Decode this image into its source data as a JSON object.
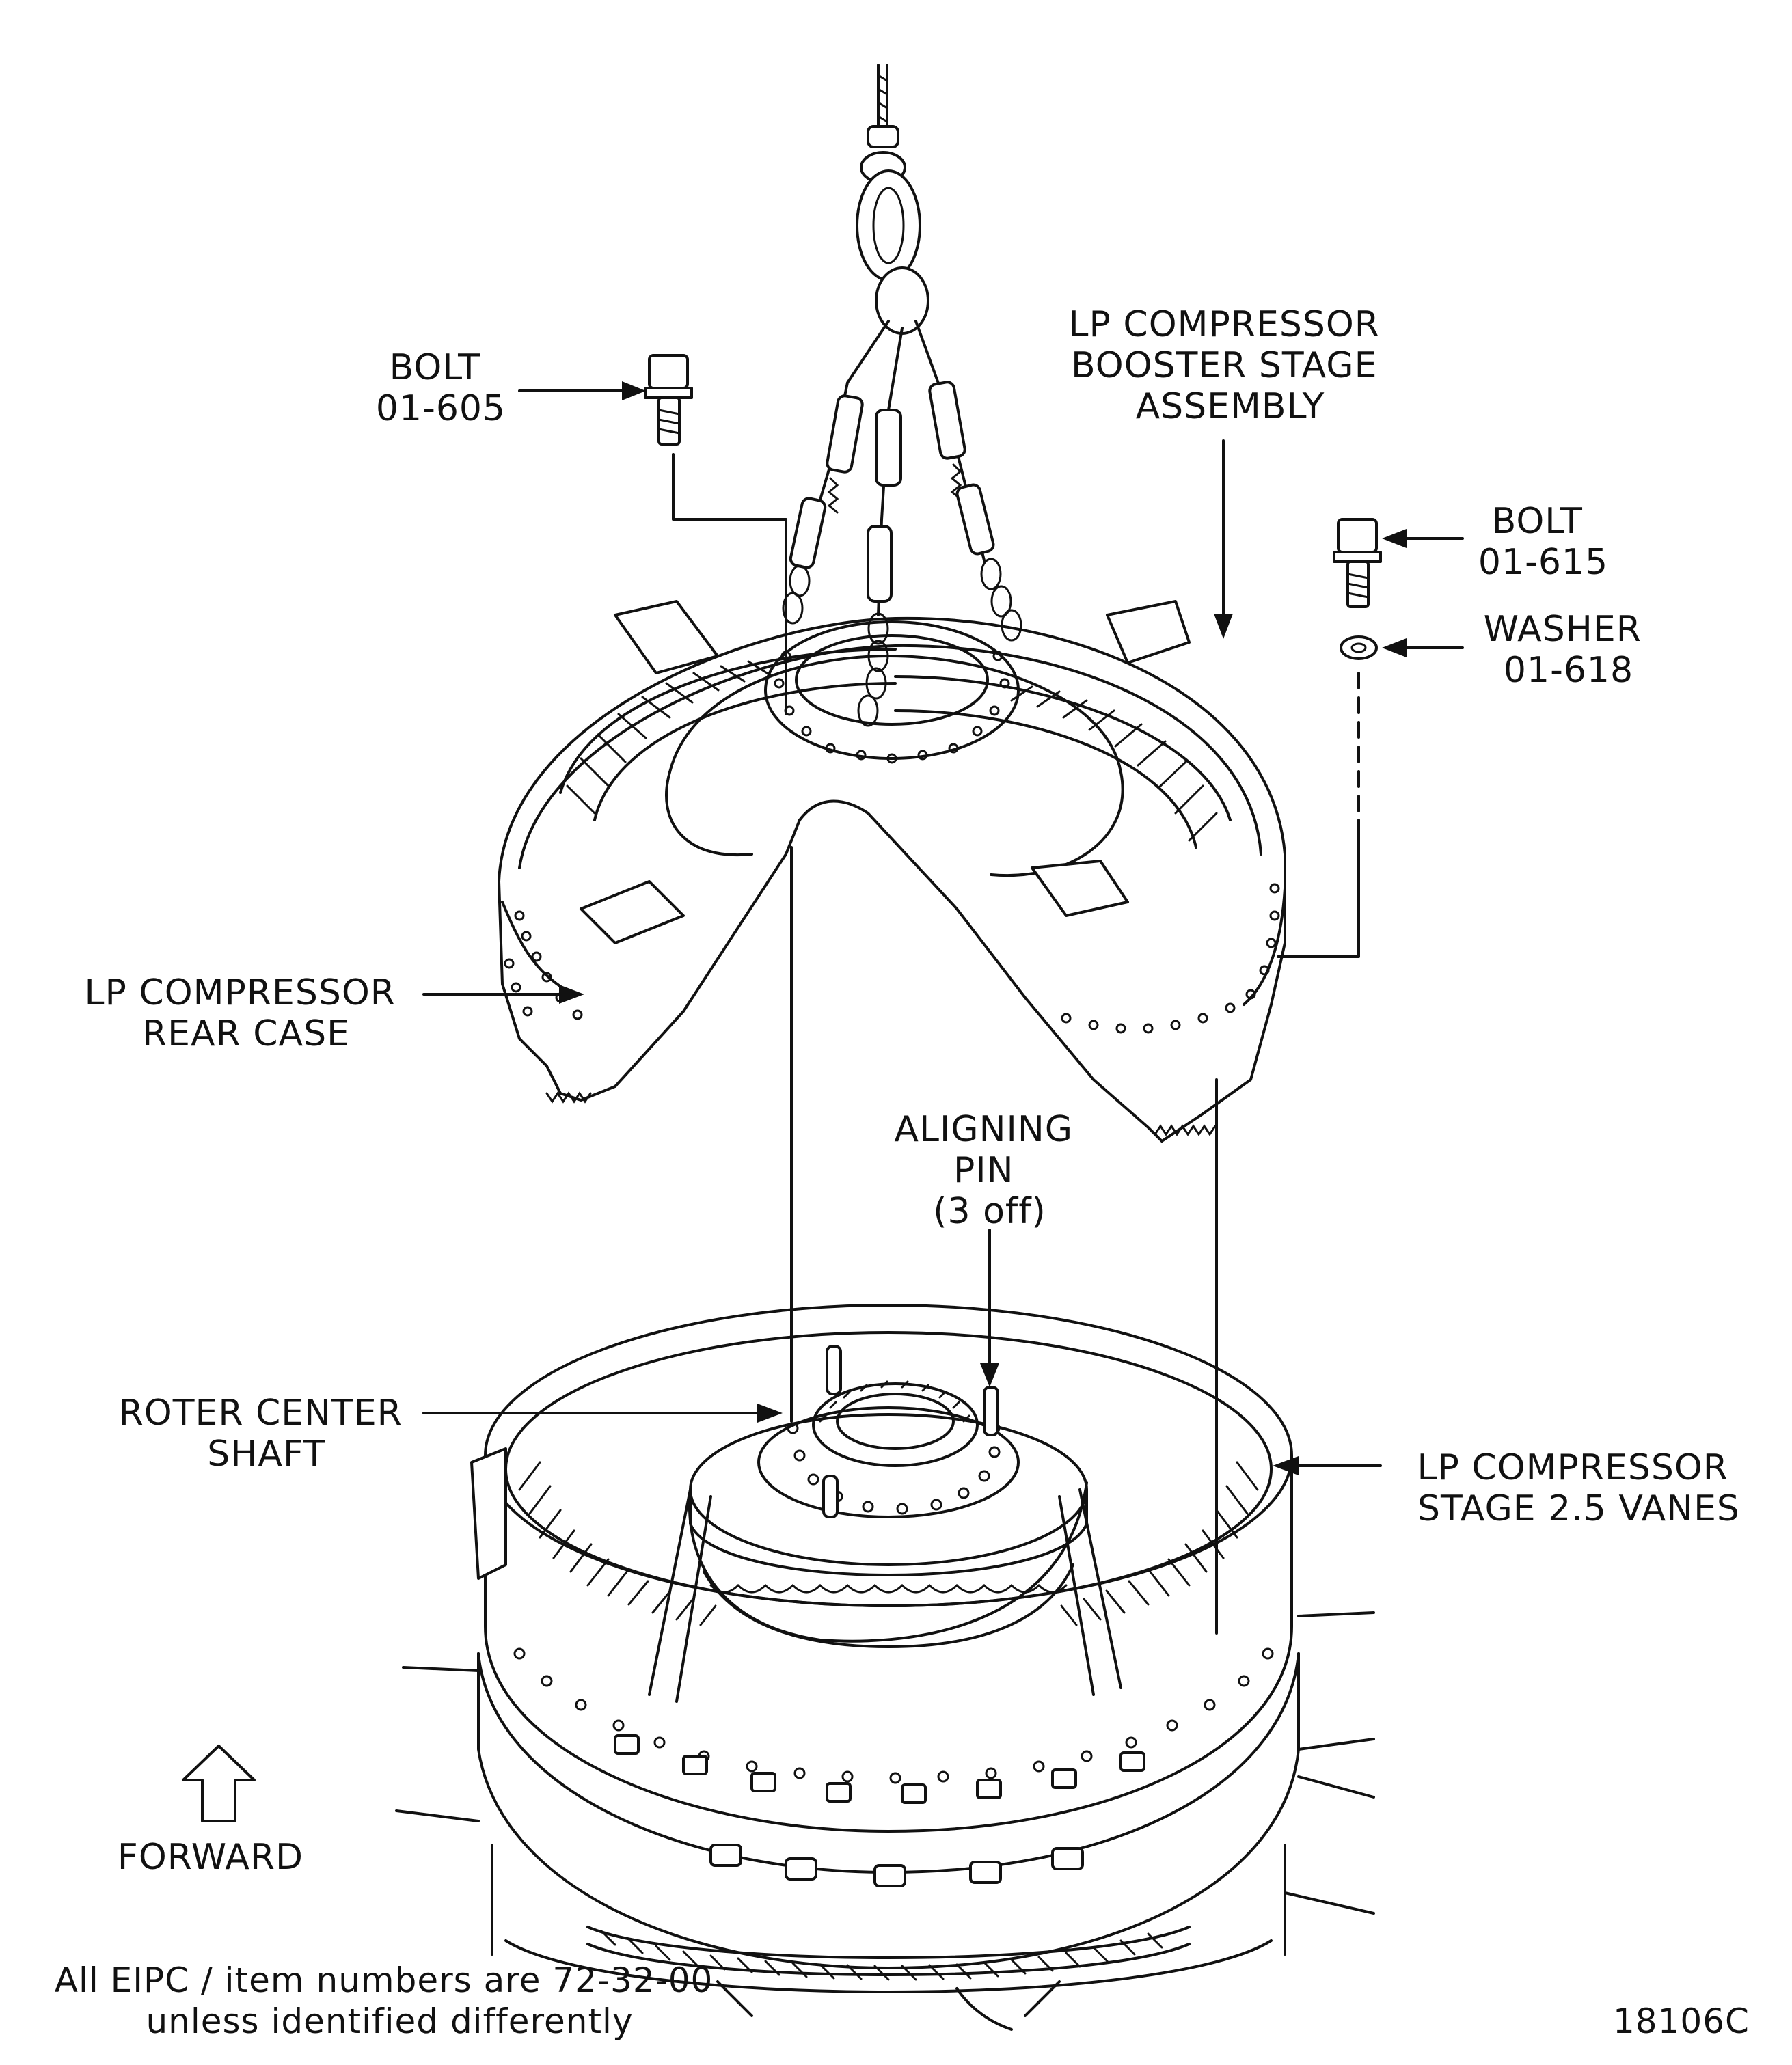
{
  "labels": {
    "lp_booster": [
      "LP COMPRESSOR",
      "BOOSTER STAGE",
      "ASSEMBLY"
    ],
    "bolt_605": [
      "BOLT",
      "01-605"
    ],
    "bolt_615": [
      "BOLT",
      "01-615"
    ],
    "washer_618": [
      "WASHER",
      "01-618"
    ],
    "lp_rear_case": [
      "LP COMPRESSOR",
      "REAR CASE"
    ],
    "aligning_pin": [
      "ALIGNING",
      "PIN",
      "(3  off)"
    ],
    "rotor_center_shaft": [
      "ROTER  CENTER",
      "SHAFT"
    ],
    "lp_stage_vanes": [
      "LP COMPRESSOR",
      "STAGE 2.5 VANES"
    ],
    "forward": "FORWARD"
  },
  "footnote": [
    "All EIPC / item numbers are 72-32-00",
    "unless identified differently"
  ],
  "figure_id": "18106C",
  "icons": {
    "forward": "arrow-up-outline-icon",
    "hoist": "chain-sling-icon"
  }
}
